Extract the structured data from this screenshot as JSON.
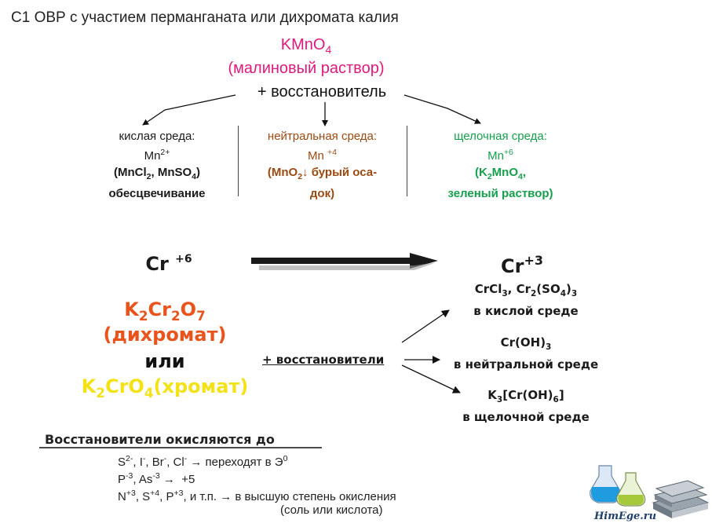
{
  "title": "C1 ОВР с участием перманганата или дихромата калия",
  "kmno4": {
    "formula": "KMnO",
    "formula_sub": "4",
    "solution": "(малиновый раствор)",
    "reductant": "+ восстановитель"
  },
  "acid": {
    "header": "кислая среда:",
    "ion": "Mn",
    "ion_sup": "2+",
    "prod_a": "(MnCl",
    "prod_a_sub": "2",
    "prod_b": ", MnSO",
    "prod_b_sub": "4",
    "prod_c": ")",
    "effect": "обесцвечивание"
  },
  "neutral": {
    "header": "нейтральная среда:",
    "ion": "Mn",
    "ion_sup": "+4",
    "prod_a": "(MnO",
    "prod_a_sub": "2",
    "prod_b": "↓ бурый оса-",
    "prod_c": "док)"
  },
  "alkaline": {
    "header": "щелочная среда:",
    "ion": "Mn",
    "ion_sup": "+6",
    "prod_a": "(K",
    "prod_a_sub": "2",
    "prod_b": "MnO",
    "prod_b_sub": "4",
    "prod_c": ",",
    "effect": "зеленый раствор)"
  },
  "chromium": {
    "left_state": "Cr",
    "left_sup": "+6",
    "right_state": "Cr",
    "right_sup": "+3",
    "dichromate": {
      "k": "K",
      "s1": "2",
      "cr": "Cr",
      "s2": "2",
      "o": "O",
      "s3": "7"
    },
    "dichromate_name": "(дихромат)",
    "or": "или",
    "chromate": {
      "k": "K",
      "s1": "2",
      "cro": "CrO",
      "s2": "4",
      "name": "(хромат)"
    },
    "reductants": "+ восстановители",
    "acid_prod": {
      "a": "CrCl",
      "a_sub": "3",
      "b": ", Cr",
      "b_sub": "2",
      "c": "(SO",
      "c_sub": "4",
      "d": ")",
      "d_sub": "3",
      "env": "в кислой среде"
    },
    "neutral_prod": {
      "a": "Cr(OH)",
      "a_sub": "3",
      "env": "в нейтральной среде"
    },
    "alk_prod": {
      "a": "K",
      "a_sub": "3",
      "b": "[Cr(OH)",
      "b_sub": "6",
      "c": "]",
      "env": "в щелочной среде"
    }
  },
  "reductants_section": {
    "heading": "Восстановители окисляются до",
    "line1": {
      "s": "S",
      "s_sup": "2-",
      "i": ", I",
      "i_sup": "-",
      "br": ", Br",
      "br_sup": "-",
      "cl": ", Cl",
      "cl_sup": "-",
      "text": " → переходят в Э",
      "e_sup": "0"
    },
    "line2": {
      "p": "P",
      "p_sup": "-3",
      "as": ", As",
      "as_sup": "-3",
      "text": " →  +5"
    },
    "line3": {
      "n": "N",
      "n_sup": "+3",
      "s": ", S",
      "s_sup": "+4",
      "p": ", P",
      "p_sup": "+3",
      "text": ", и т.п. → в высшую степень окисления"
    },
    "line4": "(соль или кислота)"
  },
  "logo": "HimEge.ru"
}
